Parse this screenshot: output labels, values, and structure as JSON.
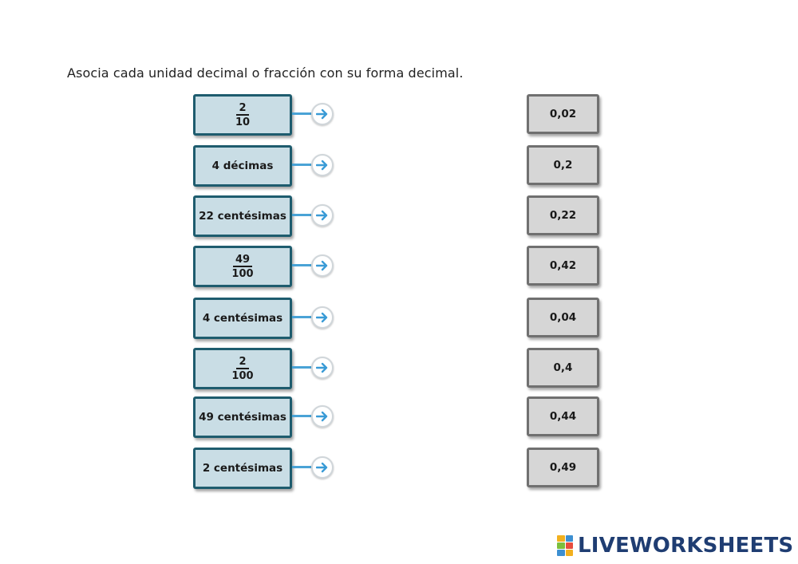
{
  "instruction": "Asocia cada unidad decimal o fracción con su forma decimal.",
  "left_items": [
    {
      "type": "fraction",
      "numerator": "2",
      "denominator": "10"
    },
    {
      "type": "text",
      "label": "4 décimas"
    },
    {
      "type": "text",
      "label": "22 centésimas"
    },
    {
      "type": "fraction",
      "numerator": "49",
      "denominator": "100"
    },
    {
      "type": "text",
      "label": "4 centésimas"
    },
    {
      "type": "fraction",
      "numerator": "2",
      "denominator": "100"
    },
    {
      "type": "text",
      "label": "49 centésimas"
    },
    {
      "type": "text",
      "label": "2 centésimas"
    }
  ],
  "right_items": [
    "0,02",
    "0,2",
    "0,22",
    "0,42",
    "0,04",
    "0,4",
    "0,44",
    "0,49"
  ],
  "brand": {
    "name": "LIVEWORKSHEETS",
    "icon": "liveworksheets-logo-icon"
  },
  "colors": {
    "left_box_fill": "#c9dde5",
    "left_box_border": "#1e5c6e",
    "right_box_fill": "#d6d6d6",
    "right_box_border": "#707070",
    "connector": "#4aa3d6",
    "brand_text": "#1f3d72"
  },
  "icons": {
    "arrow": "arrow-right-icon"
  }
}
